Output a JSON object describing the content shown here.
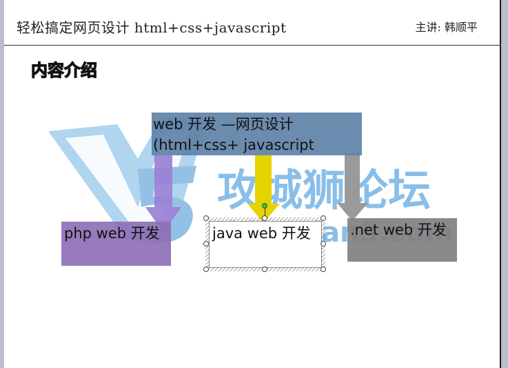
{
  "header": {
    "title": "轻松搞定网页设计 html+css+javascript",
    "presenter": "主讲: 韩顺平"
  },
  "section": {
    "title": "内容介绍"
  },
  "diagram": {
    "top_box": "web 开发 —网页设计 (html+css+ javascript",
    "boxes": {
      "php": "php web 开发",
      "java": "java web 开发",
      "net": ".net web 开发"
    }
  },
  "watermark": {
    "brand": "攻城狮论坛",
    "url": "bbs.vlan5.com"
  },
  "colors": {
    "top_box": "#6082a8",
    "php_box": "#8e70b6",
    "net_box": "#808080",
    "java_arrow": "#e6d400",
    "php_arrow": "#9a80d6",
    "net_arrow": "#9a9a9a",
    "watermark": "#1a86cf"
  }
}
